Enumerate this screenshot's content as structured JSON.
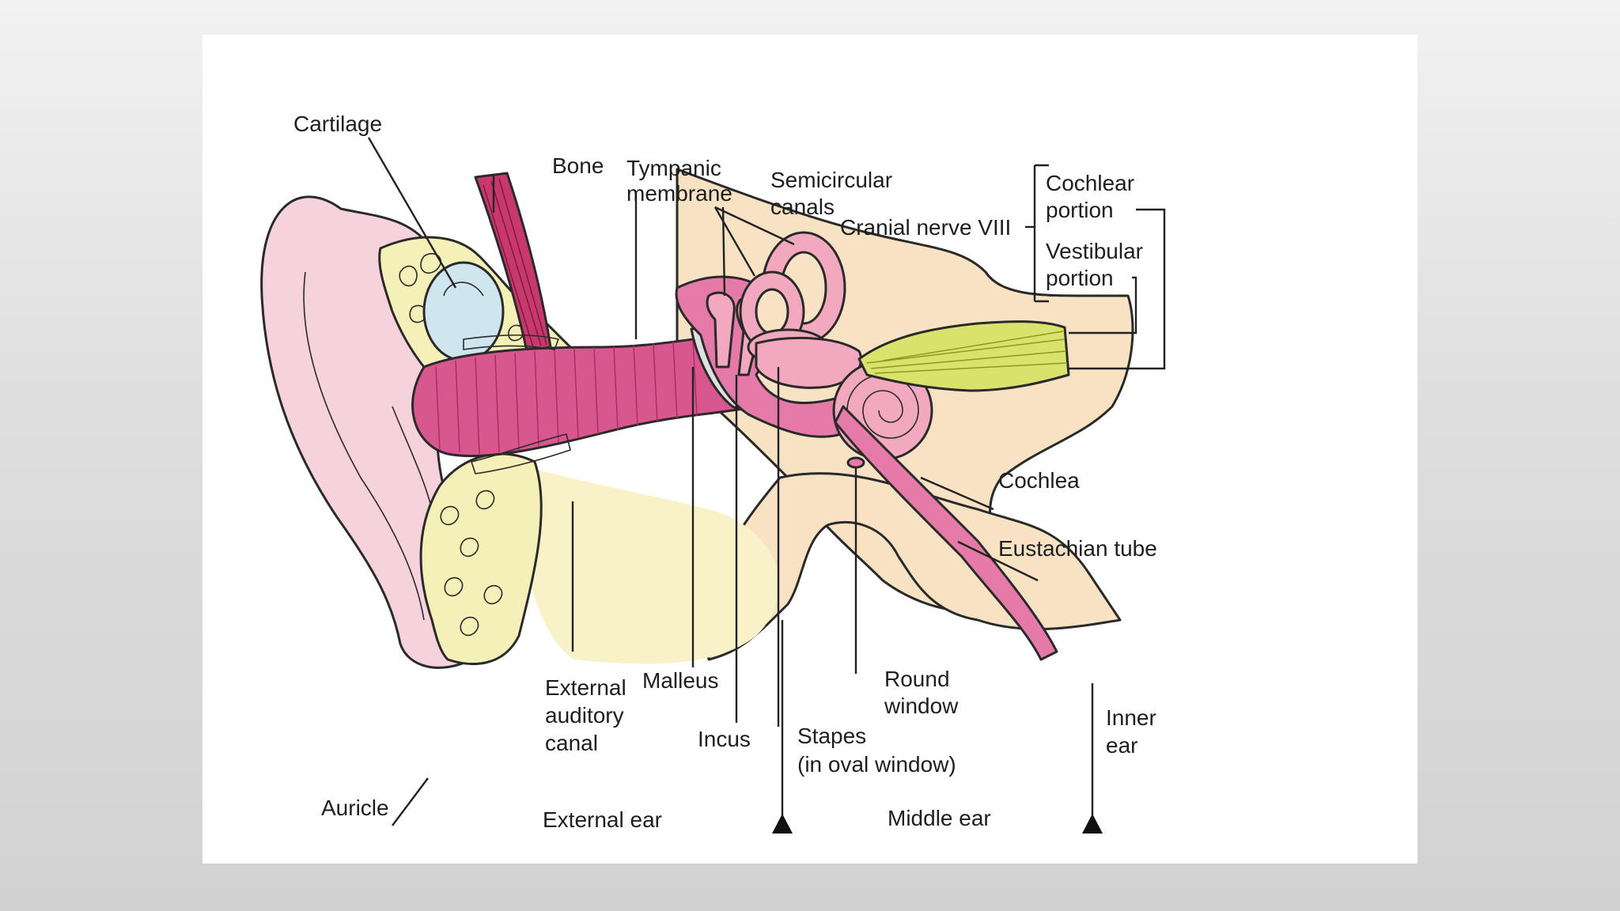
{
  "labels": {
    "cartilage": "Cartilage",
    "bone": "Bone",
    "tympanic_1": "Tympanic",
    "tympanic_2": "membrane",
    "semicircular_1": "Semicircular",
    "semicircular_2": "canals",
    "cranial_nerve": "Cranial nerve VIII",
    "cochlear_1": "Cochlear",
    "cochlear_2": "portion",
    "vestibular_1": "Vestibular",
    "vestibular_2": "portion",
    "cochlea": "Cochlea",
    "eustachian": "Eustachian tube",
    "round_1": "Round",
    "round_2": "window",
    "inner_1": "Inner",
    "inner_2": "ear",
    "malleus": "Malleus",
    "incus": "Incus",
    "stapes_1": "Stapes",
    "stapes_2": "(in oval window)",
    "external_canal_1": "External",
    "external_canal_2": "auditory",
    "external_canal_3": "canal",
    "auricle": "Auricle",
    "external_ear": "External ear",
    "middle_ear": "Middle ear"
  },
  "colors": {
    "skin": "#f6d3dc",
    "canal": "#d8578f",
    "canal_dark": "#a92b6a",
    "bone": "#f7e2c4",
    "cartilage": "#f4f0b8",
    "cartilage_disc": "#cfe6ee",
    "muscle": "#c8386d",
    "nerve": "#d9e26a",
    "inner_ear": "#f2a8bf"
  }
}
